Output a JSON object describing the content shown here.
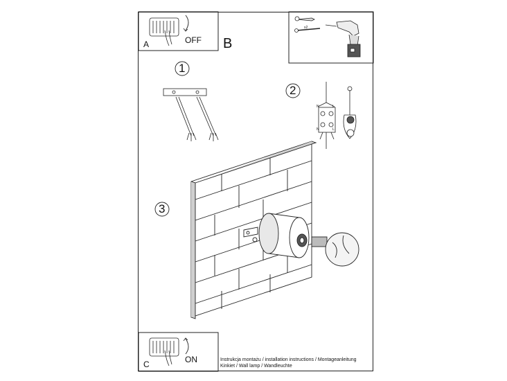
{
  "panels": {
    "a": {
      "letter": "A",
      "action": "OFF"
    },
    "b": {
      "letter": "B"
    },
    "c": {
      "letter": "C",
      "action": "ON"
    }
  },
  "tools": {
    "plug_count": "x2"
  },
  "steps": [
    "1",
    "2",
    "3"
  ],
  "wiring": {
    "terminal_left_top": "N",
    "terminal_right_top": "L",
    "terminal_left_bottom": "N",
    "terminal_right_bottom": "L"
  },
  "caption": {
    "line1": "Instrukcja montażu / installation instructions / Montageanleitung",
    "line2": "Kinkiet / Wall lamp / Wandleuchte"
  }
}
